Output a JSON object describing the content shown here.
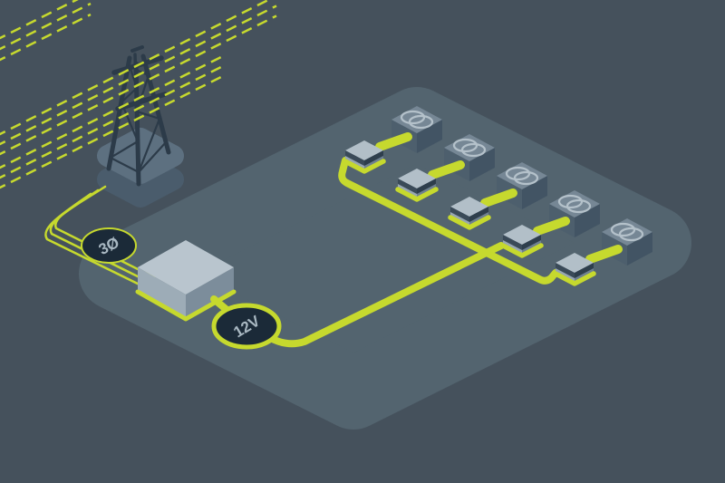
{
  "illustration": {
    "badges": {
      "grid_phase_label": "3Ø",
      "output_voltage_label": "12V"
    },
    "counts": {
      "overhead_power_lines_per_bundle": 3,
      "hv_feed_cables": 3,
      "junction_boxes": 5,
      "transformer_units": 5
    },
    "icons": {
      "pylon": "power-pylon-icon",
      "transformer_symbol": "transformer-two-circles-icon"
    },
    "colors": {
      "background": "#45515c",
      "panel": "#53646f",
      "platform_top": "#5d7080",
      "platform_side": "#4a5c6c",
      "pylon": "#2c3b49",
      "cable": "#c6d92e",
      "badge_fill": "#1b2a38",
      "badge_text": "#a9b8c2",
      "bigbox_top": "#b9c5ce",
      "bigbox_left": "#9dacb7",
      "bigbox_right": "#7c8d9b",
      "jbox_top": "#b2bfc8",
      "jbox_left": "#97a6b1",
      "jbox_right": "#6e8090",
      "jbox_band_left": "#3a4a58",
      "jbox_band_right": "#2e3e4c",
      "tbox_top": "#768795",
      "tbox_left": "#4d5f6d",
      "tbox_right": "#425464",
      "symbol": "#b4c1ca"
    }
  }
}
